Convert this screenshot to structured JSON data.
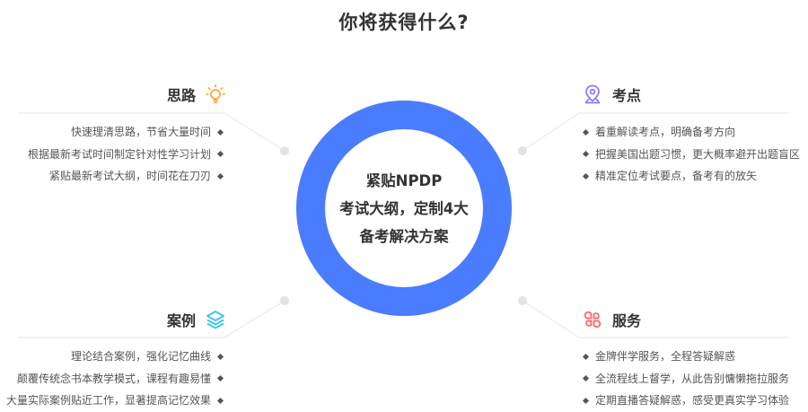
{
  "page": {
    "title": "你将获得什么?"
  },
  "center": {
    "lines": [
      "紧贴NPDP",
      "考试大纲，定制4大",
      "备考解决方案"
    ],
    "ring_color": "#4a7cff"
  },
  "sections": {
    "approach": {
      "label": "思路",
      "icon": "lightbulb-icon",
      "icon_color": "#ffa53f",
      "items": [
        "快速理清思路，节省大量时间",
        "根据最新考试时间制定针对性学习计划",
        "紧贴最新考试大纲，时间花在刀刃"
      ]
    },
    "key_points": {
      "label": "考点",
      "icon": "location-pin-icon",
      "icon_color": "#8b7bff",
      "items": [
        "着重解读考点，明确备考方向",
        "把握美国出题习惯，更大概率避开出题盲区",
        "精准定位考试要点，备考有的放矢"
      ]
    },
    "cases": {
      "label": "案例",
      "icon": "layers-icon",
      "icon_color": "#3cc8e6",
      "items": [
        "理论结合案例，强化记忆曲线",
        "颠覆传统念书本教学模式，课程有趣易懂",
        "大量实际案例贴近工作，显著提高记忆效果"
      ]
    },
    "service": {
      "label": "服务",
      "icon": "clover-icon",
      "icon_color": "#ff6b6b",
      "items": [
        "金牌伴学服务，全程答疑解惑",
        "全流程线上督学，从此告别慵懒拖拉服务",
        "定期直播答疑解惑，感受更真实学习体验"
      ]
    }
  }
}
